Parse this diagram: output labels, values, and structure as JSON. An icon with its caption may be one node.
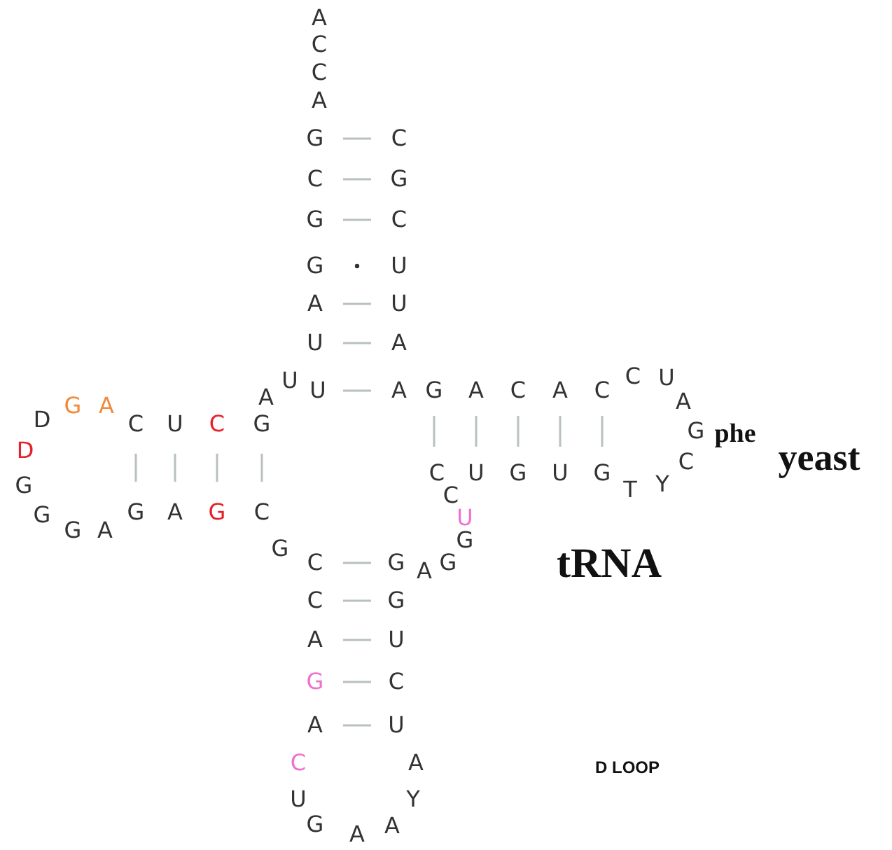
{
  "diagram": {
    "labels": [
      "A",
      "C",
      "C",
      "A",
      "G",
      "C",
      "C",
      "G",
      "G",
      "C",
      "G",
      "U",
      "A",
      "U",
      "U",
      "A",
      "A",
      "U",
      "U",
      "A",
      "G",
      "A",
      "C",
      "A",
      "C",
      "C",
      "U",
      "A",
      "G",
      "C",
      "U",
      "G",
      "U",
      "G",
      "T",
      "Y",
      "C",
      "C",
      "U",
      "G",
      "C",
      "G",
      "A",
      "G",
      "C",
      "G",
      "A",
      "U",
      "G",
      "C",
      "A",
      "U",
      "C",
      "A",
      "U",
      "Y",
      "G",
      "A",
      "A",
      "G",
      "A",
      "D",
      "C",
      "U",
      "C",
      "G",
      "D",
      "G",
      "G",
      "G",
      "A",
      "G",
      "C",
      "G",
      "A",
      "G",
      "phe",
      "yeast",
      "tRNA",
      "D LOOP"
    ]
  }
}
